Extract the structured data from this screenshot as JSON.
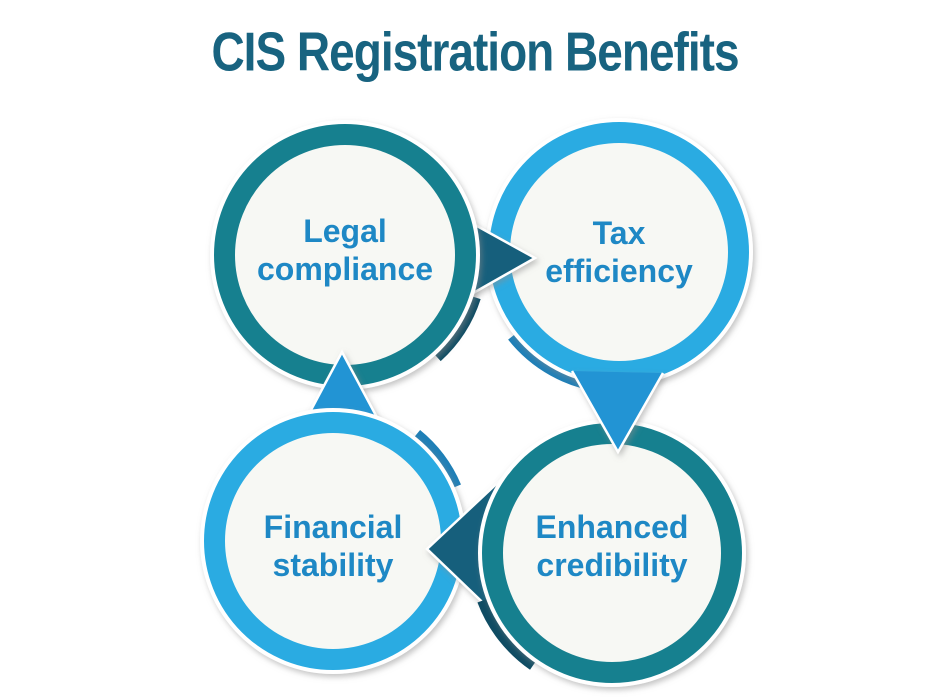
{
  "title": "CIS Registration Benefits",
  "diagram": {
    "type": "cycle",
    "benefits": [
      {
        "label": "Legal compliance",
        "position": "top-left",
        "ring_color": "#18808f"
      },
      {
        "label": "Tax efficiency",
        "position": "top-right",
        "ring_color": "#29abe2"
      },
      {
        "label": "Enhanced credibility",
        "position": "bottom-right",
        "ring_color": "#18808f"
      },
      {
        "label": "Financial stability",
        "position": "bottom-left",
        "ring_color": "#29abe2"
      }
    ],
    "arrows": [
      {
        "from": "Legal compliance",
        "to": "Tax efficiency",
        "direction": "right",
        "color": "#155e7c"
      },
      {
        "from": "Tax efficiency",
        "to": "Enhanced credibility",
        "direction": "down",
        "color": "#2094d4"
      },
      {
        "from": "Enhanced credibility",
        "to": "Financial stability",
        "direction": "left",
        "color": "#155e7c"
      },
      {
        "from": "Financial stability",
        "to": "Legal compliance",
        "direction": "up",
        "color": "#2094d4"
      }
    ]
  },
  "colors": {
    "background": "#ffffff",
    "title_text": "#186380",
    "label_text": "#1e88c5",
    "ring_teal": "#18808f",
    "ring_blue": "#29abe2",
    "arrow_teal": "#155e7c",
    "arrow_teal_dark": "#0f4c63",
    "arrow_blue": "#2094d4",
    "arrow_blue_dark": "#1e7fb7",
    "circle_fill": "#f7f8f4"
  }
}
